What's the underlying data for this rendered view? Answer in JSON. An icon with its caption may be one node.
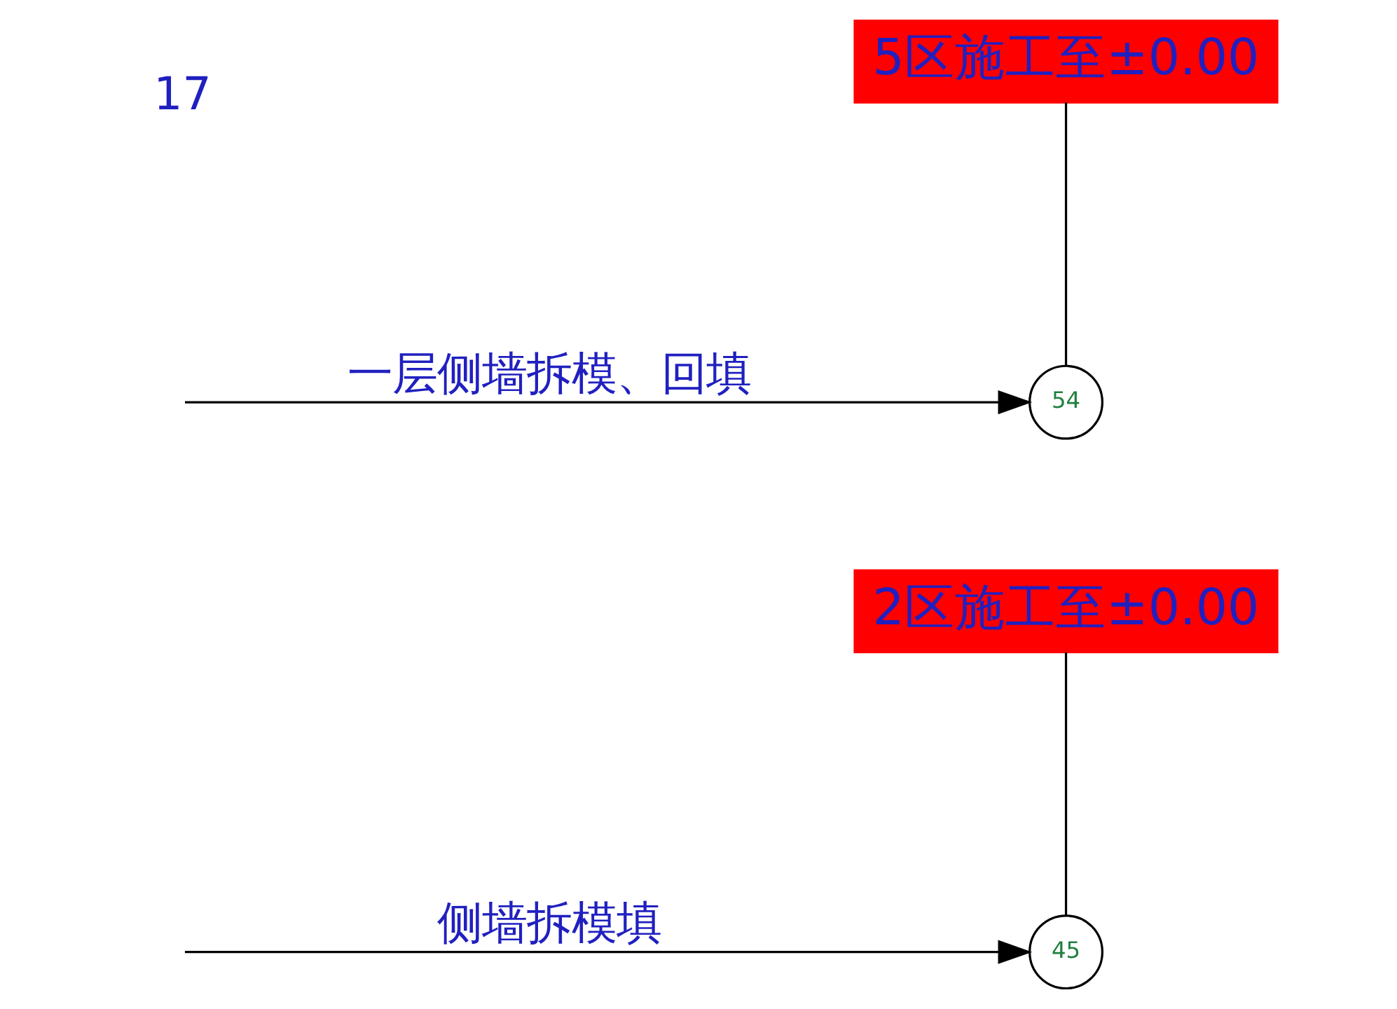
{
  "diagram": {
    "nodes": [
      {
        "text": [
          "2区施工至±0.00"
        ]
      },
      {
        "text": [
          "45"
        ]
      },
      {
        "text": [
          "5区施工至±0.00"
        ]
      },
      {
        "text": [
          "54"
        ]
      }
    ],
    "edges": [
      {
        "from": null,
        "to": 1,
        "arrow": "to",
        "label": "侧墙拆模填"
      },
      {
        "from": 0,
        "to": 1,
        "arrow": "none"
      },
      {
        "from": null,
        "to": 3,
        "arrow": "to",
        "label": "一层侧墙拆模、回填"
      },
      {
        "from": 2,
        "to": 3,
        "arrow": "none"
      }
    ],
    "labels": [
      "17"
    ]
  }
}
